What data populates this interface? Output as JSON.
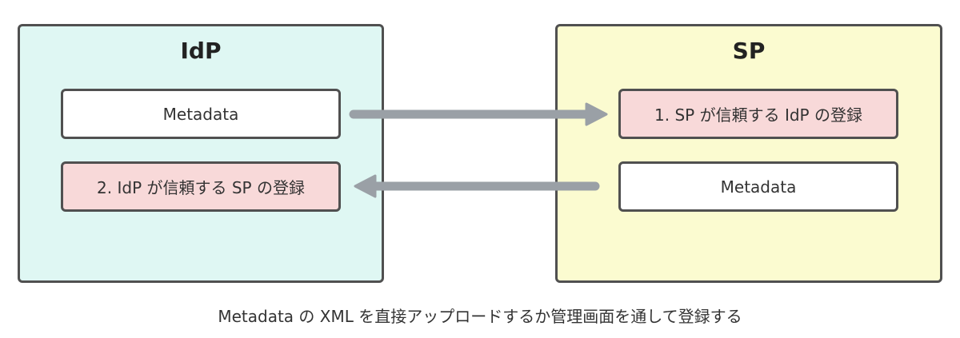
{
  "idp": {
    "title": "IdP",
    "metadata_label": "Metadata",
    "register_label": "2. IdP が信頼する SP の登録"
  },
  "sp": {
    "title": "SP",
    "register_label": "1. SP が信頼する IdP の登録",
    "metadata_label": "Metadata"
  },
  "caption": "Metadata の XML を直接アップロードするか管理画面を通して登録する",
  "colors": {
    "idp_panel": "#dff7f3",
    "sp_panel": "#fbfbd0",
    "registration_box": "#f8d9d9",
    "metadata_box": "#ffffff",
    "arrow": "#9aa0a6",
    "border": "#505050"
  }
}
